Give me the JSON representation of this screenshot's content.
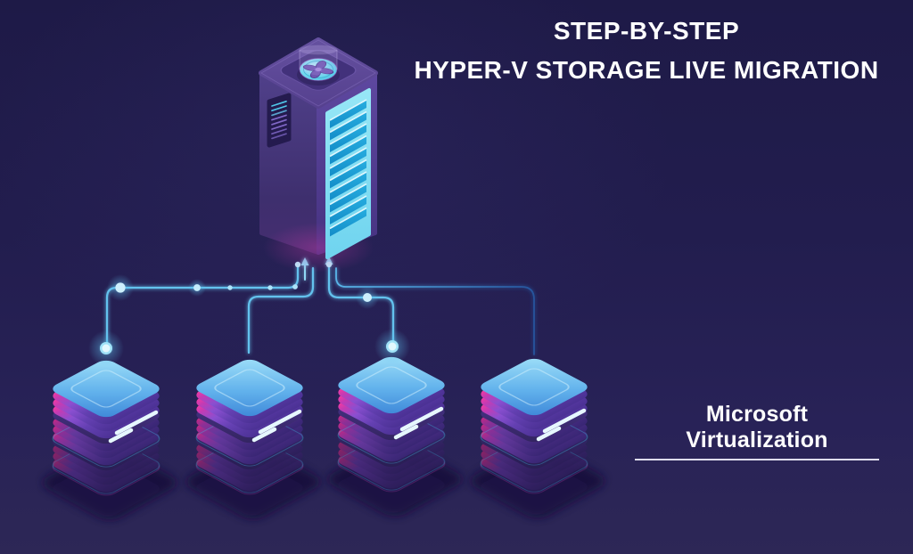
{
  "header": {
    "line1": "STEP-BY-STEP",
    "line2": "HYPER-V STORAGE LIVE MIGRATION"
  },
  "footer": {
    "brand": "Microsoft Virtualization"
  },
  "colors": {
    "background": "#221d4e",
    "accent_cyan": "#5fc0ec",
    "accent_magenta": "#ee35a0",
    "line_faded": "#2b5ca8",
    "text": "#ffffff"
  },
  "diagram": {
    "source": {
      "icon": "server-tower-icon",
      "name": "hyper-v-host-server",
      "details": [
        "cooling-fan-icon",
        "vent-panel",
        "drive-bay-panel"
      ]
    },
    "flow_arrows": "upload-arrow-icon",
    "targets": [
      {
        "icon": "storage-array-icon",
        "name": "storage-array-1",
        "glow_dot_on_top": true
      },
      {
        "icon": "storage-array-icon",
        "name": "storage-array-2",
        "glow_dot_on_top": false
      },
      {
        "icon": "storage-array-icon",
        "name": "storage-array-3",
        "glow_dot_on_top": true
      },
      {
        "icon": "storage-array-icon",
        "name": "storage-array-4",
        "glow_dot_on_top": false
      }
    ]
  }
}
